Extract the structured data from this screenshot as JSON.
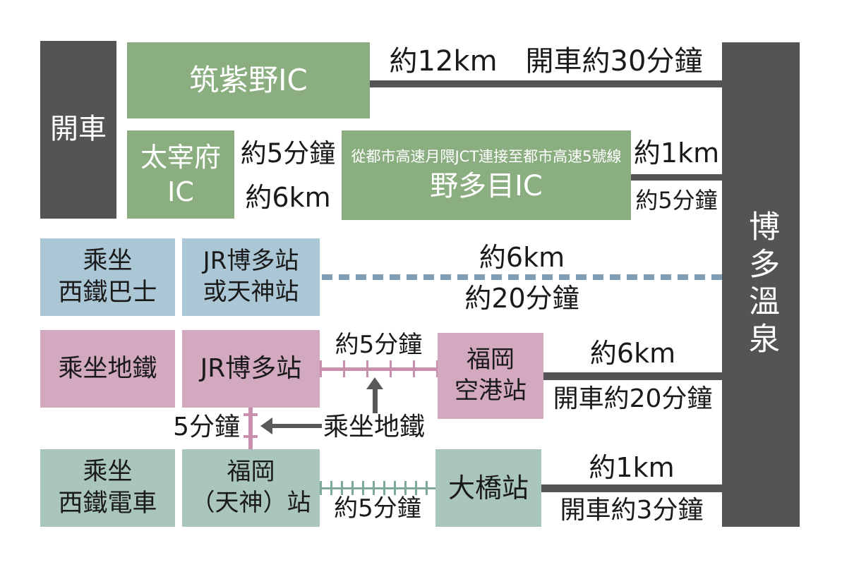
{
  "colors": {
    "dark": "#545456",
    "green": "#8bae80",
    "blue": "#abc7d6",
    "pink": "#d3a9bf",
    "teal": "#a9c5bd",
    "rail_pink": "#c990ad",
    "rail_teal": "#7fa89d",
    "dash_blue": "#7f9db5",
    "arrow": "#58595b",
    "ink": "#1a1a1a"
  },
  "destination": {
    "name": "博多溫泉"
  },
  "car_route": {
    "mode": "開車",
    "chikushino_ic": "筑紫野IC",
    "chikushino_note": "約12km　開車約30分鐘",
    "dazaifu_ic_line1": "太宰府",
    "dazaifu_ic_line2": "IC",
    "dazaifu_time": "約5分鐘",
    "dazaifu_dist": "約6km",
    "notame_note": "從都市高速月隈JCT連接至都市高速5號線",
    "notame_ic": "野多目IC",
    "notame_dist": "約1km",
    "notame_time": "約5分鐘"
  },
  "bus_route": {
    "mode_line1": "乘坐",
    "mode_line2": "西鐵巴士",
    "station_line1": "JR博多站",
    "station_line2": "或天神站",
    "dist": "約6km",
    "time": "約20分鐘"
  },
  "subway_route": {
    "mode": "乘坐地鐵",
    "station": "JR博多站",
    "ride_time": "約5分鐘",
    "airport_line1": "福岡",
    "airport_line2": "空港站",
    "dist": "約6km",
    "drive_time": "開車約20分鐘",
    "transfer_time": "5分鐘",
    "transfer_label": "乘坐地鐵"
  },
  "train_route": {
    "mode_line1": "乘坐",
    "mode_line2": "西鐵電車",
    "station_line1": "福岡",
    "station_line2": "（天神）站",
    "ride_time": "約5分鐘",
    "ohashi_station": "大橋站",
    "dist": "約1km",
    "drive_time": "開車約3分鐘"
  }
}
